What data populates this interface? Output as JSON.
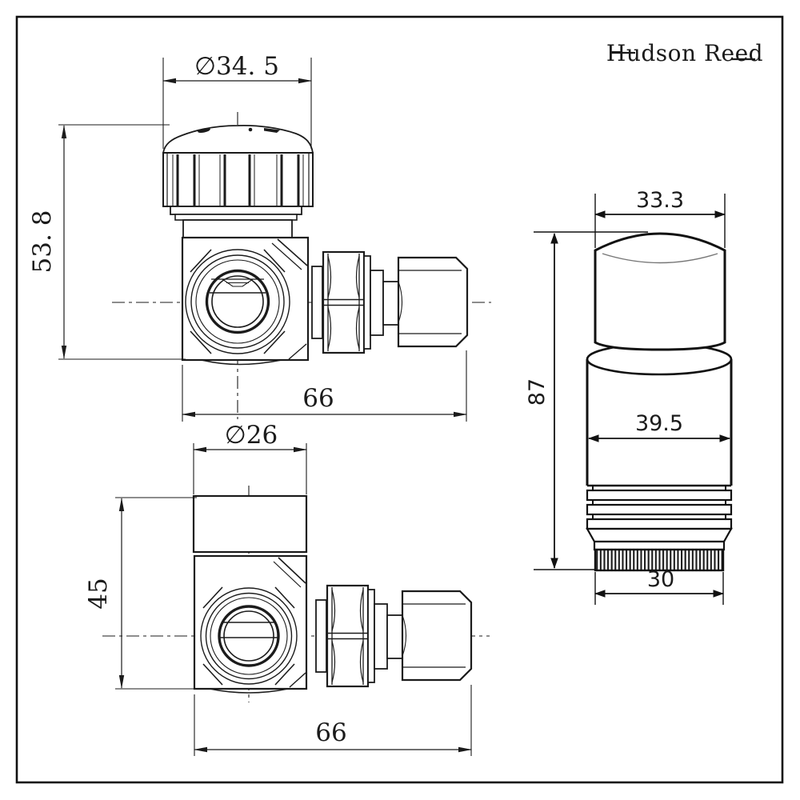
{
  "page": {
    "background": "#ffffff",
    "line_color": "#1b1b1b"
  },
  "brand": {
    "logo": "Hudson Reed"
  },
  "views": {
    "valve_front": {
      "dim_diameter": "∅34. 5",
      "dim_height": "53. 8",
      "dim_length": "66"
    },
    "valve_side": {
      "dim_diameter": "∅26",
      "dim_height": "45",
      "dim_length": "66"
    },
    "thermostatic_head": {
      "dim_top_diameter": "33.3",
      "dim_height": "87",
      "dim_body_diameter": "39.5",
      "dim_base_diameter": "30"
    }
  }
}
